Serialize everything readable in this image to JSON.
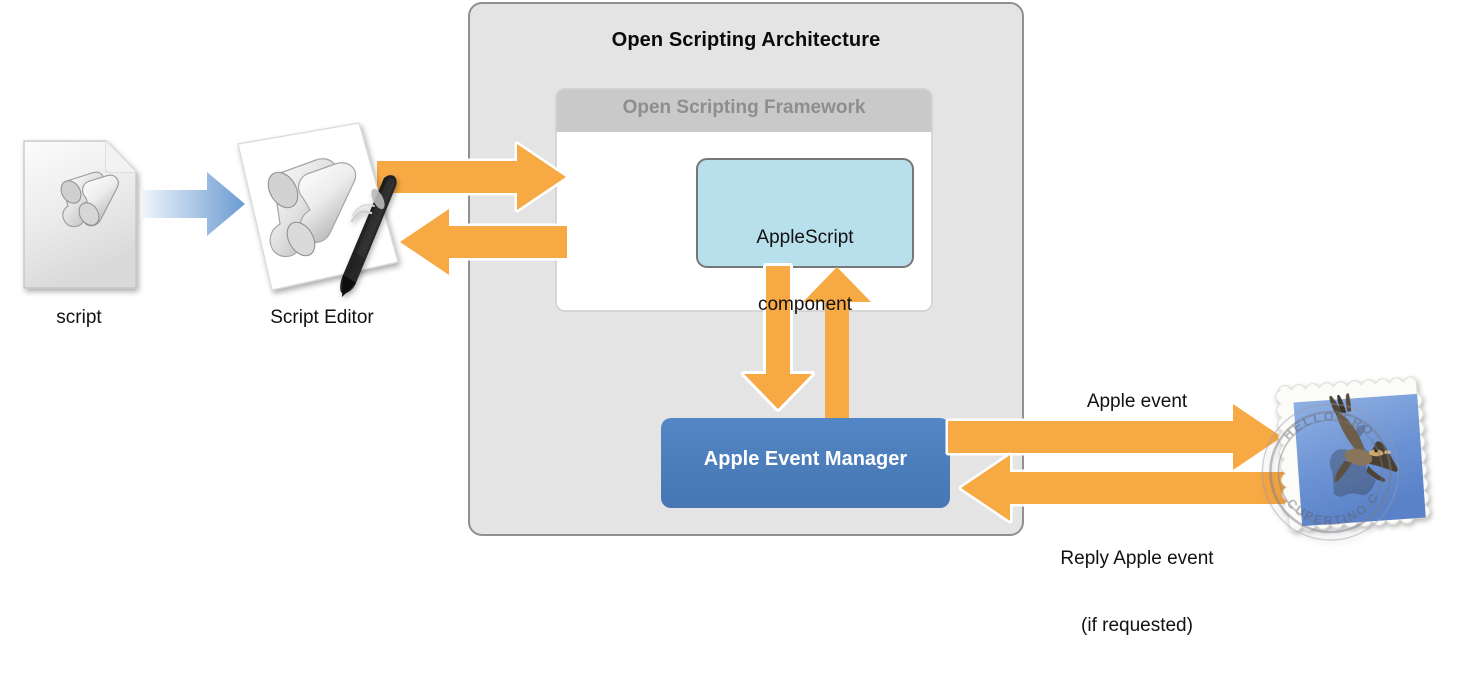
{
  "diagram": {
    "title": "Open Scripting Architecture",
    "framework_panel": {
      "header": "Open Scripting Framework"
    },
    "applescript_component": {
      "line1": "AppleScript",
      "line2": "component",
      "label": "AppleScript component"
    },
    "apple_event_manager": {
      "label": "Apple Event Manager"
    },
    "script_icon": {
      "label": "script"
    },
    "script_editor_icon": {
      "label": "Script Editor"
    },
    "mail_icon": {
      "postmark_top": "HELLO FROM",
      "postmark_bottom": "CUPERTINO CA"
    },
    "edge_labels": {
      "apple_event": "Apple event",
      "reply_line1": "Reply Apple event",
      "reply_line2": "(if requested)"
    },
    "colors": {
      "orange_arrow": "#f7a944",
      "blue_arrow": "#6a9bd1",
      "applescript_fill": "#b8dfec",
      "aem_fill": "#4a7ebb",
      "container_fill": "#e4e4e4",
      "container_border": "#909090",
      "framework_header": "#c9c9c9",
      "framework_body": "#ffffff",
      "framework_header_text": "#8e8e8e",
      "stamp_blue": "#6f95d4"
    }
  }
}
